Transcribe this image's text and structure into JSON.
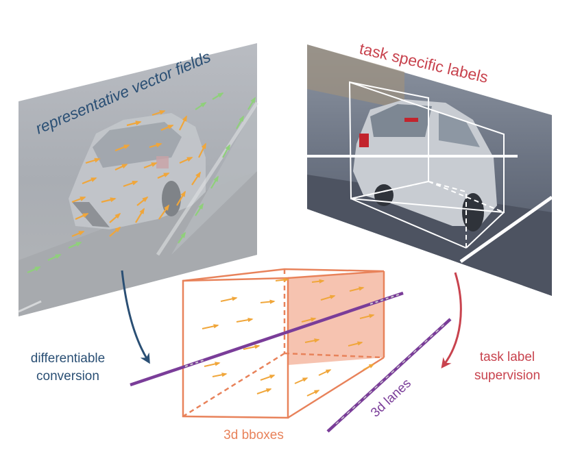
{
  "labels": {
    "top_left": "representative vector fields",
    "top_right": "task specific labels",
    "left_arrow": [
      "differentiable",
      "conversion"
    ],
    "right_arrow": [
      "task label",
      "supervision"
    ],
    "box": "3d bboxes",
    "lanes": "3d lanes"
  },
  "colors": {
    "blue": "#2a4f74",
    "red": "#c8434e",
    "orange": "#e8825a",
    "purple": "#7a3d99",
    "vector_orange": "#f0a63a",
    "vector_green": "#8fd07a"
  }
}
